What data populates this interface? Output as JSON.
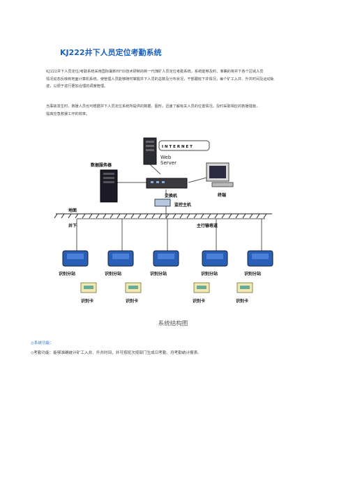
{
  "doc": {
    "title": "KJ222井下人员定位考勤系统",
    "paragraph1": "KJ222井下人员定位/考勤系统采用国际最新RFID技术研制的新一代煤矿人员定位考勤系统，系统能够及时、准确的将井下各个区域人员\n情况动态反映到地面计算机系统，使管理人员能够随时掌握井下人员的总数及分布状况，干部跟班下井情况，每个矿工入井、升井时间及运动轨\n迹，以便于进行更加合理的调度管理。",
    "paragraph2": "当事故发生时，救援人员也可根据井下人员定位系统所提供的数据、图形，迅速了解有关人员的位置情况，及时采取相应的救援措施，\n提高应急救援工作的效率。"
  },
  "diagram": {
    "internet": "I N T E R N E T",
    "web": "Web",
    "server": "Server",
    "data_server": "数据服务器",
    "switch": "交换机",
    "terminal": "终端",
    "monitor_host": "监控主机",
    "ground": "地面",
    "underground": "井下",
    "main_tunnel": "主行输巷道",
    "substation": "识别分站",
    "card": "识别卡"
  },
  "caption": "系统结构图",
  "features": {
    "heading": "◎系统功能：",
    "item1": "◇考勤功能：能够准确统计矿工入井、升井时间，并可按班次按部门生成日考勤、月考勤统计报表。"
  }
}
